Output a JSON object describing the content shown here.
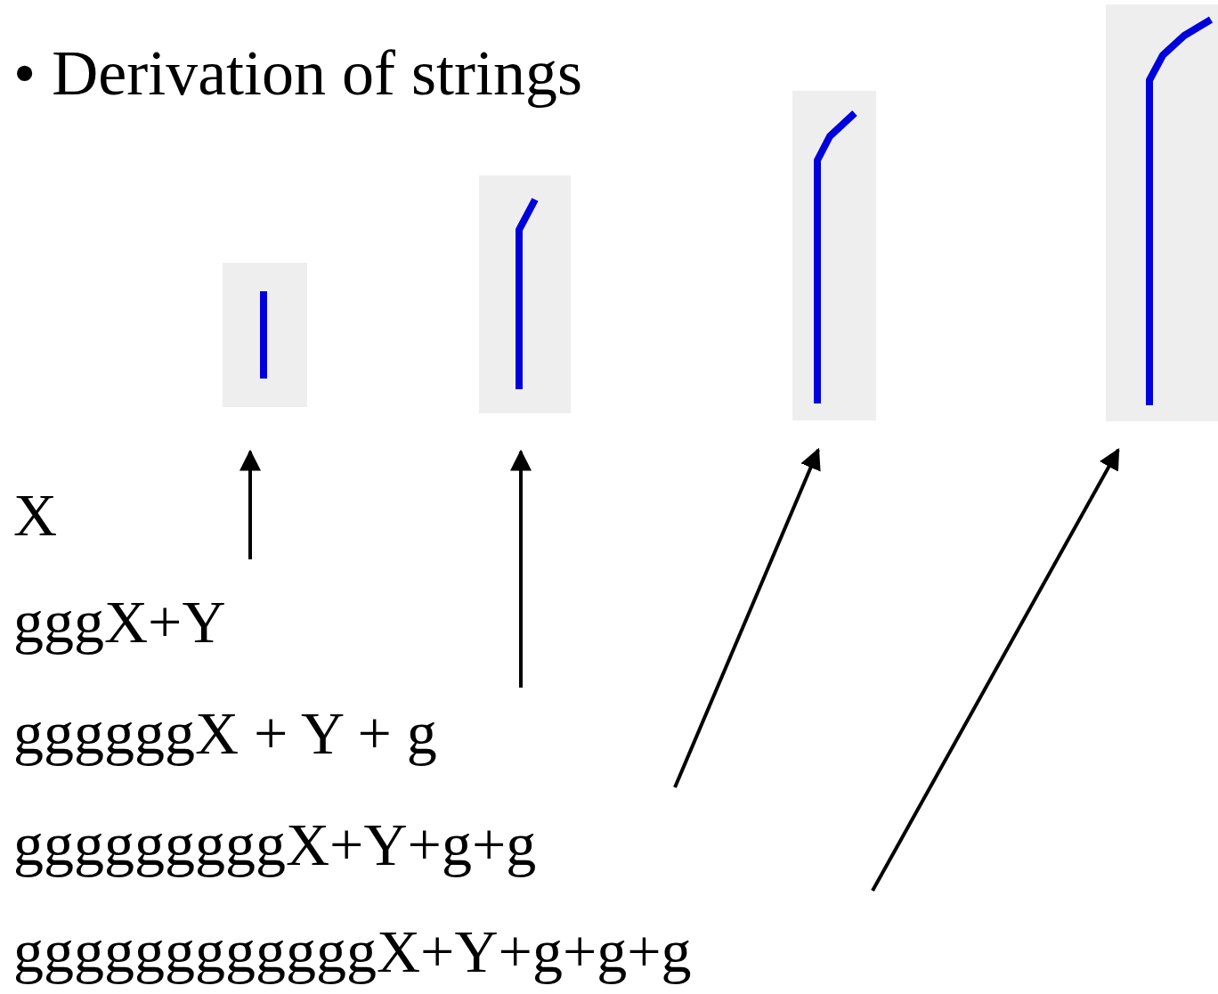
{
  "diagram": {
    "title": "• Derivation of strings",
    "labels": [
      "X",
      "gggX+Y",
      "ggggggX + Y + g",
      "gggggggggX+Y+g+g",
      "ggggggggggggX+Y+g+g+g"
    ]
  }
}
